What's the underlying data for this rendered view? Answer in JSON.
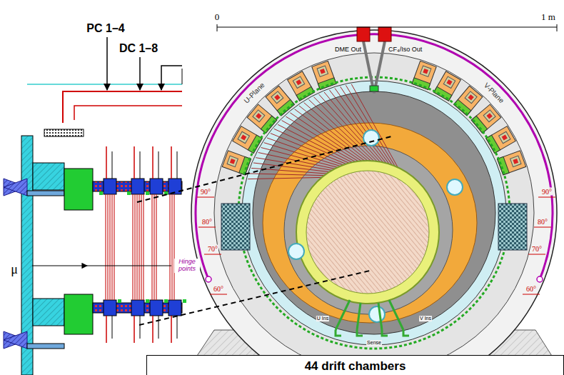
{
  "diagram": {
    "nodes": [
      {
        "text": [
          "44 drift chambers"
        ]
      }
    ],
    "labels": [
      "PC 1–4",
      "DC 1–8",
      "0",
      "1 m",
      "DME Out",
      "CF₄/Iso Out",
      "U-Plane",
      "V-Plane",
      "90°",
      "90°",
      "80°",
      "80°",
      "70°",
      "70°",
      "60°",
      "60°",
      "Hinge points",
      "μ",
      "U Ins",
      "Sense",
      "V Ins"
    ]
  }
}
